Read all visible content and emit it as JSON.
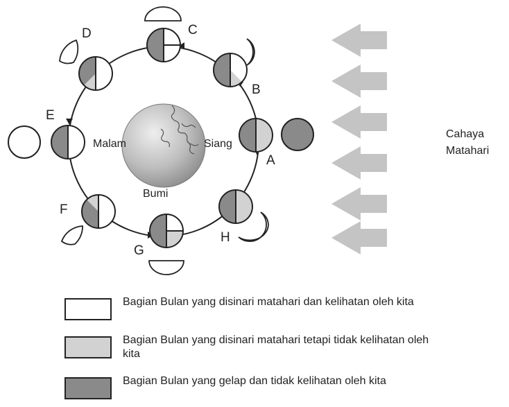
{
  "diagram": {
    "earth_label": "Bumi",
    "night_label": "Malam",
    "day_label": "Siang",
    "sunlight_label_1": "Cahaya",
    "sunlight_label_2": "Matahari",
    "positions": [
      {
        "id": "A",
        "label": "A"
      },
      {
        "id": "B",
        "label": "B"
      },
      {
        "id": "C",
        "label": "C"
      },
      {
        "id": "D",
        "label": "D"
      },
      {
        "id": "E",
        "label": "E"
      },
      {
        "id": "F",
        "label": "F"
      },
      {
        "id": "G",
        "label": "G"
      },
      {
        "id": "H",
        "label": "H"
      }
    ]
  },
  "legend": [
    {
      "text": "Bagian Bulan yang disinari matahari dan kelihatan oleh kita",
      "swatch_color": "#ffffff"
    },
    {
      "text": "Bagian Bulan yang disinari matahari tetapi tidak kelihatan oleh kita",
      "swatch_color": "#d2d2d2"
    },
    {
      "text": "Bagian Bulan yang gelap dan tidak kelihatan oleh kita",
      "swatch_color": "#8a8a8a"
    }
  ],
  "colors": {
    "dark": "#8a8a8a",
    "lit_hidden": "#d2d2d2",
    "lit_visible": "#ffffff",
    "arrow": "#c4c4c4",
    "stroke": "#222222"
  }
}
